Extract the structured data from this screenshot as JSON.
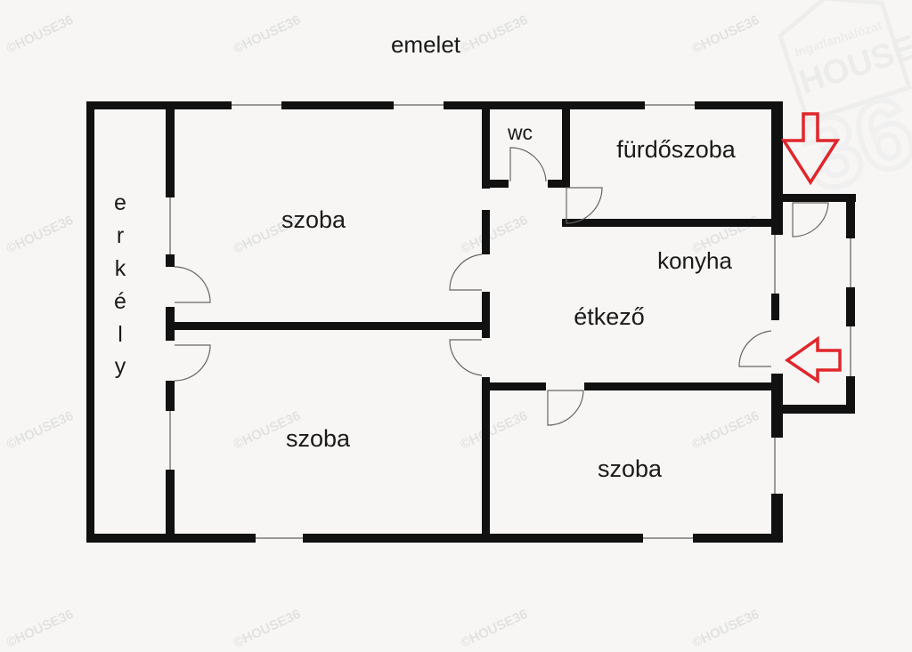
{
  "plan": {
    "floor_title": "emelet",
    "balcony_letters": [
      "e",
      "r",
      "k",
      "é",
      "l",
      "y"
    ],
    "rooms": {
      "room_top_left": "szoba",
      "room_bottom_left": "szoba",
      "wc": "wc",
      "bathroom": "fürdőszoba",
      "kitchen": "konyha",
      "dining": "étkező",
      "room_bottom_right": "szoba"
    }
  },
  "watermark": {
    "text": "©HOUSE36",
    "logo_top": "Ingatlanhálózat",
    "logo_main": "HOUSE",
    "logo_number": "36"
  },
  "colors": {
    "walls": "#111111",
    "background": "#f7f6f5",
    "entry_arrows": "#e0262b",
    "watermark": "#e2e2e2"
  }
}
